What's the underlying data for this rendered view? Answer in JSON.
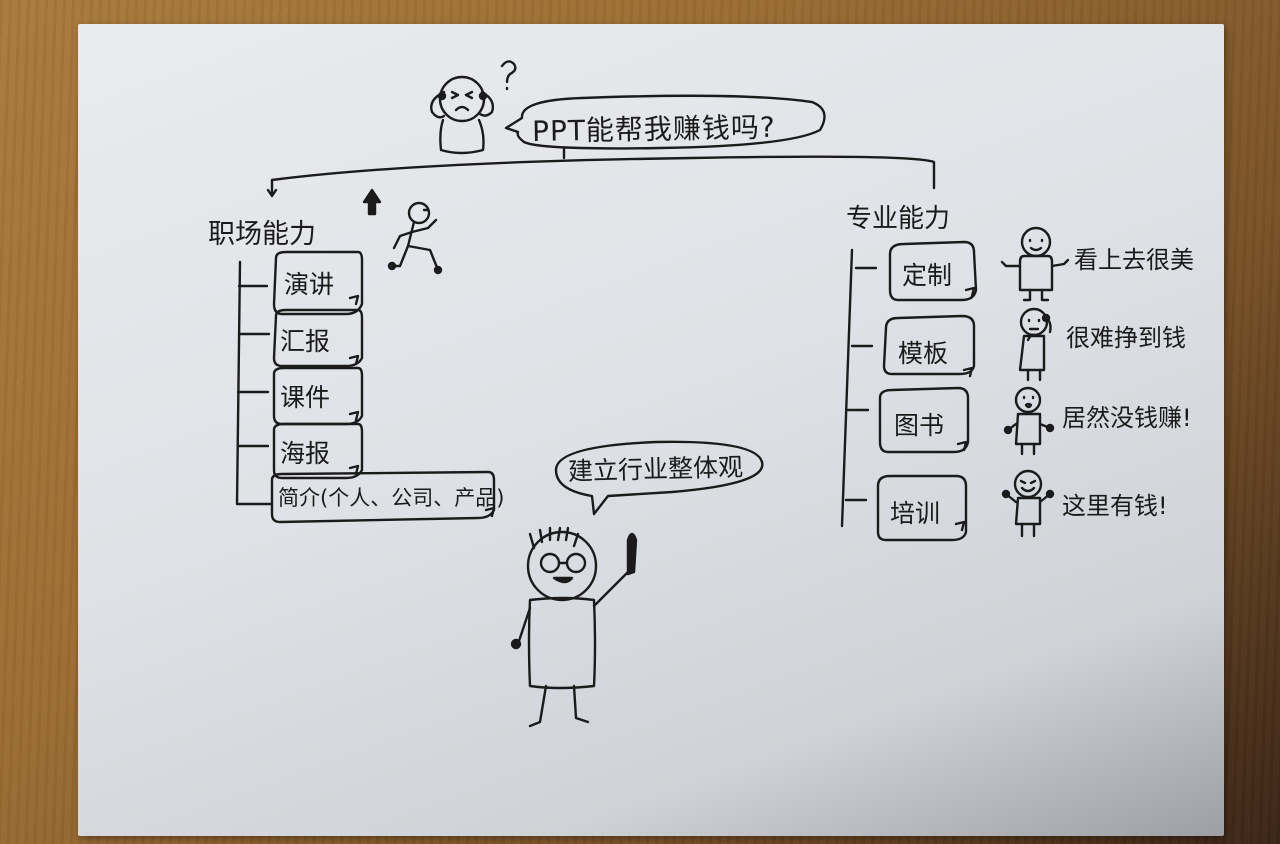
{
  "drawing": {
    "question_bubble": "PPT能帮我赚钱吗?",
    "question_mark": "?",
    "left_branch": {
      "title": "职场能力",
      "items": [
        "演讲",
        "汇报",
        "课件",
        "海报",
        "简介(个人、公司、产品)"
      ]
    },
    "right_branch": {
      "title": "专业能力",
      "items": [
        {
          "label": "定制",
          "reaction": "看上去很美"
        },
        {
          "label": "模板",
          "reaction": "很难挣到钱"
        },
        {
          "label": "图书",
          "reaction": "居然没钱赚!"
        },
        {
          "label": "培训",
          "reaction": "这里有钱!"
        }
      ]
    },
    "vision_bubble": "建立行业整体观"
  },
  "colors": {
    "paper": "#e3e5e8",
    "ink": "#1b1b1b",
    "wood": "#9b6d33"
  }
}
